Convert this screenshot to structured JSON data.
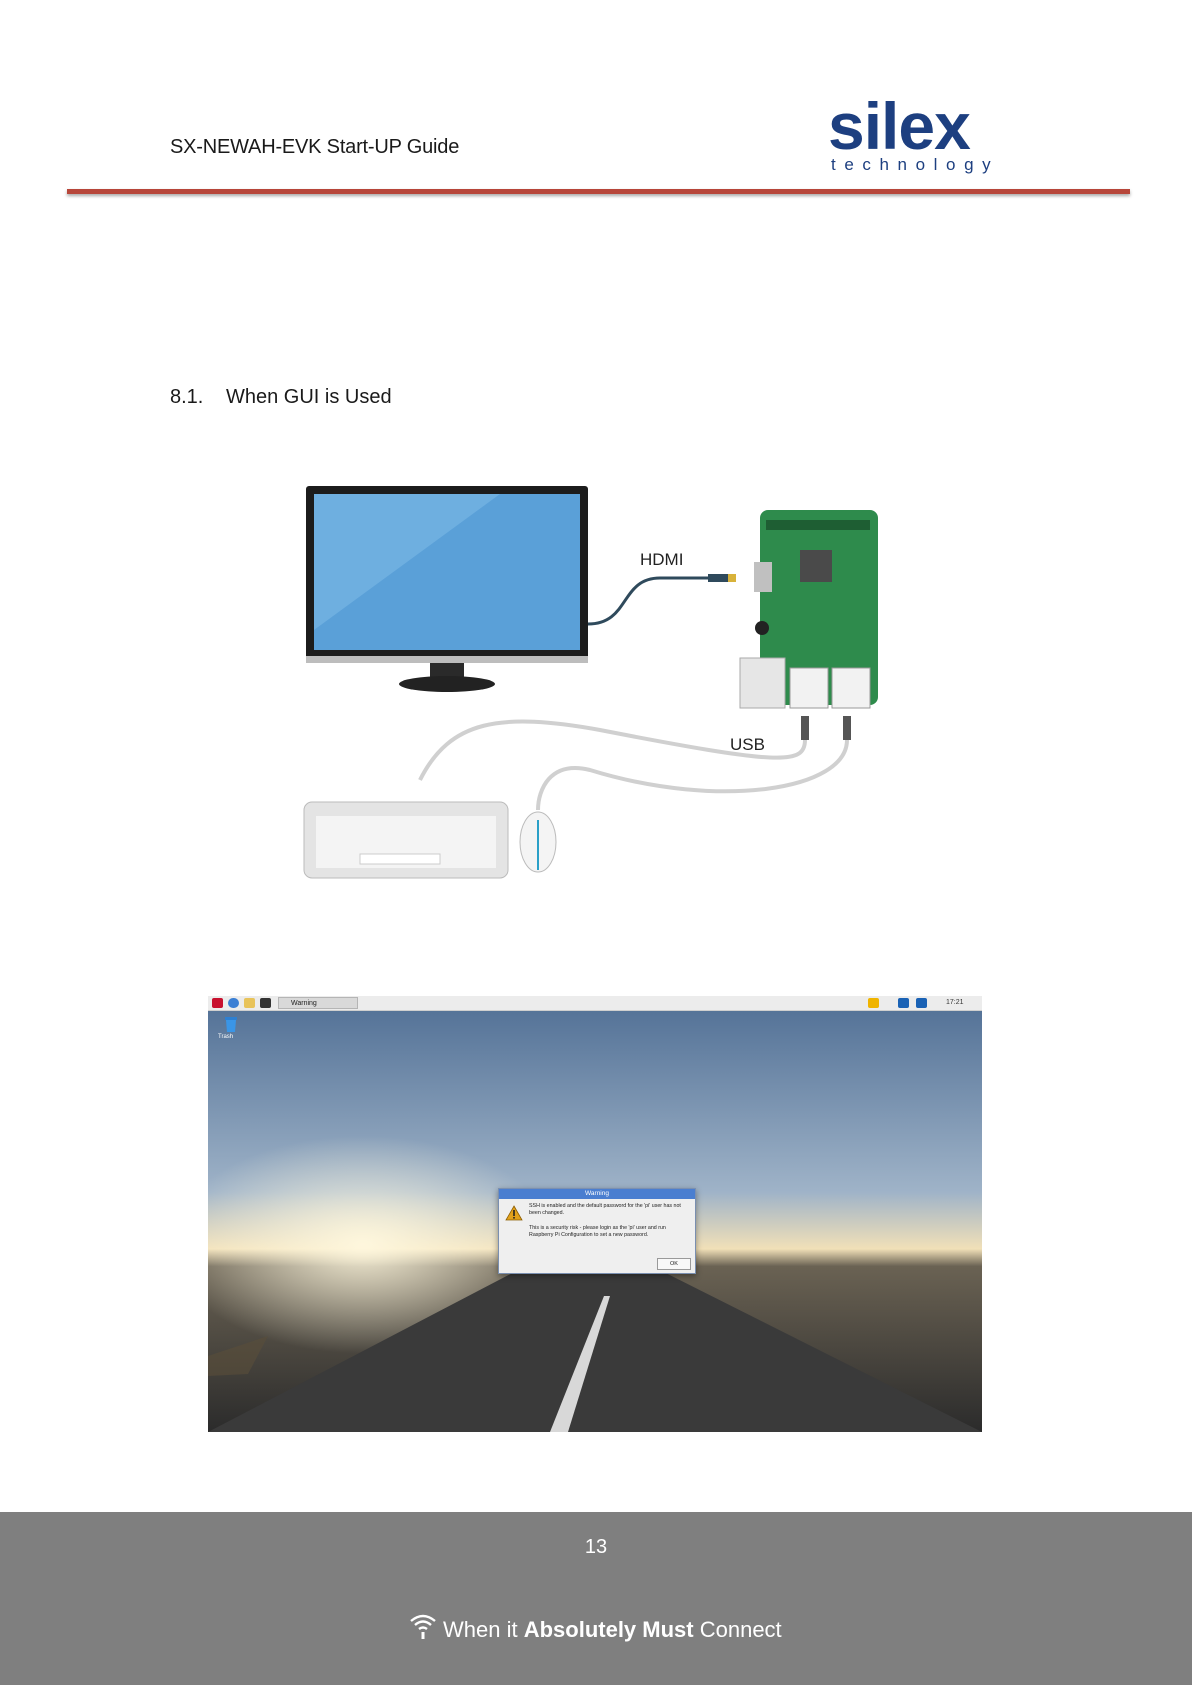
{
  "header": {
    "title": "SX-NEWAH-EVK Start-UP Guide"
  },
  "logo": {
    "word": "silex",
    "sub": "technology",
    "color": "#1d3f80"
  },
  "section": {
    "number": "8.1.",
    "title": "When GUI is Used"
  },
  "diagram": {
    "hdmi_label": "HDMI",
    "usb_label": "USB"
  },
  "desktop": {
    "taskbar_window": "Warning",
    "clock": "17:21",
    "trash_label": "Trash",
    "dialog": {
      "title": "Warning",
      "line1": "SSH is enabled and the default password for the 'pi' user has not been changed.",
      "line2": "This is a security risk - please login as the 'pi' user and run Raspberry Pi Configuration to set a new password.",
      "ok": "OK"
    }
  },
  "footer": {
    "page_number": "13",
    "tagline_a": "When it ",
    "tagline_b": "Absolutely Must",
    "tagline_c": " Connect"
  },
  "colors": {
    "rule": "#b7463a",
    "footer_bg": "#7f7f7f",
    "brand": "#1d3f80"
  }
}
